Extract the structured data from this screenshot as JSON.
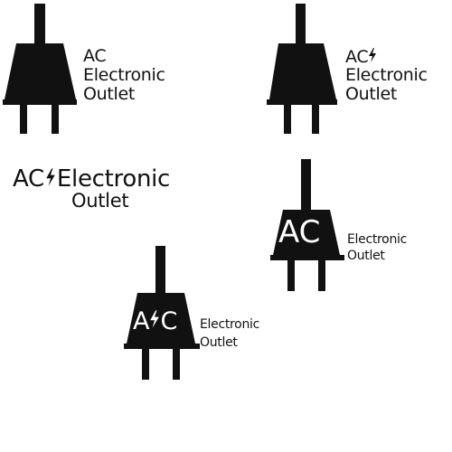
{
  "colors": {
    "ink": "#111111",
    "background": "#ffffff"
  },
  "logos": [
    {
      "word_ac": "AC",
      "line1": "Electronic",
      "line2": "Outlet"
    },
    {
      "word_ac": "AC",
      "line1": "Electronic",
      "line2": "Outlet",
      "bolt_icon": "lightning-bolt-icon"
    },
    {
      "word_ac": "AC",
      "line1": "Electronic",
      "line2": "Outlet",
      "bolt_icon": "lightning-bolt-icon"
    },
    {
      "word_ac": "AC",
      "line1": "Electronic",
      "line2": "Outlet"
    },
    {
      "word_a": "A",
      "word_c": "C",
      "line1": "Electronic",
      "line2": "Outlet",
      "bolt_icon": "lightning-bolt-icon"
    }
  ]
}
